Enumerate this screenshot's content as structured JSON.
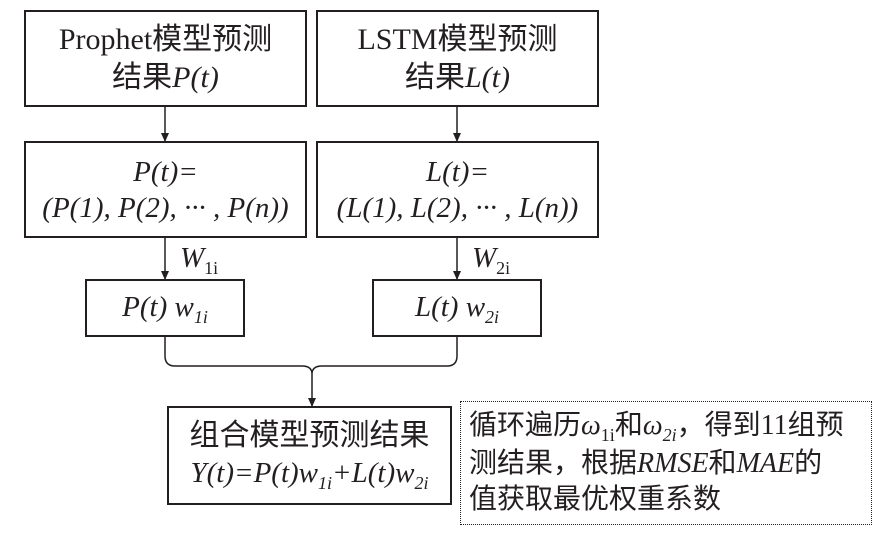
{
  "prophet_box": {
    "line1": "Prophet模型预测",
    "line2_prefix": "结果",
    "line2_math": "P(t)"
  },
  "lstm_box": {
    "line1": "LSTM模型预测",
    "line2_prefix": "结果",
    "line2_math": "L(t)"
  },
  "prophet_seq_box": {
    "line1": "P(t)=",
    "line2": "(P(1), P(2), ··· , P(n))"
  },
  "lstm_seq_box": {
    "line1": "L(t)=",
    "line2": "(L(1), L(2), ··· , L(n))"
  },
  "weight_labels": {
    "w1_main": "W",
    "w1_sub": "1i",
    "w2_main": "W",
    "w2_sub": "2i"
  },
  "prophet_weighted_box": {
    "main": "P(t) w",
    "sub": "1i"
  },
  "lstm_weighted_box": {
    "main": "L(t) w",
    "sub": "2i"
  },
  "combined_box": {
    "line1": "组合模型预测结果",
    "eq_part1": "Y(t)=P(t)w",
    "eq_sub1": "1i",
    "eq_part2": "+L(t)w",
    "eq_sub2": "2i"
  },
  "note_box": {
    "l1_a": "循环遍历",
    "l1_w": "ω",
    "l1_sub1": "1i",
    "l1_b": "和",
    "l1_sub2": "2i",
    "l1_c": "，得到11组预",
    "l2_a": "测结果，根据",
    "l2_rmse": "RMSE",
    "l2_b": "和",
    "l2_mae": "MAE",
    "l2_c": "的",
    "l3": "值获取最优权重系数"
  }
}
